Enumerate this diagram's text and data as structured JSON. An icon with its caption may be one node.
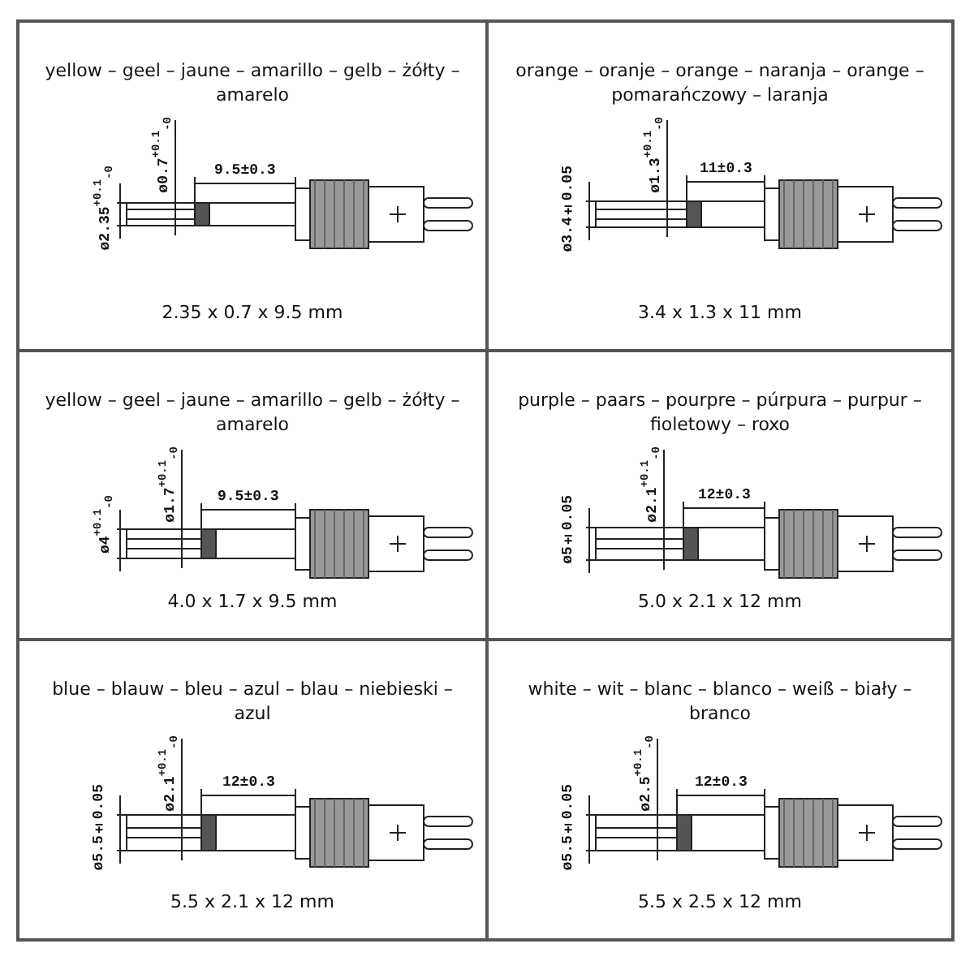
{
  "diagram": {
    "labels": [
      "yellow – geel – jaune – amarillo – gelb – żółty – amarelo",
      "ø0.7$^{+0.1}$$_{-0}$",
      "ø2.35$^{+0.1}$$_{-0}$",
      "9.5±0.3",
      "2.35 x 0.7 x 9.5 mm",
      "orange – oranje – orange – naranja – orange – pomarańczowy – laranja",
      "ø1.3$^{+0.1}$$_{-0}$",
      "ø3.4±0.05",
      "11±0.3",
      "3.4 x 1.3 x 11 mm",
      "yellow – geel – jaune – amarillo – gelb – żółty – amarelo",
      "ø1.7$^{+0.1}$$_{-0}$",
      "ø4$^{+0.1}$$_{-0}$",
      "9.5±0.3",
      "4.0 x 1.7 x 9.5 mm",
      "purple – paars – pourpre – púrpura – purpur – fioletowy – roxo",
      "ø2.1$^{+0.1}$$_{-0}$",
      "ø5±0.05",
      "12±0.3",
      "5.0 x 2.1 x 12 mm",
      "blue – blauw – bleu – azul – blau – niebieski – azul",
      "ø2.1$^{+0.1}$$_{-0}$",
      "ø5.5±0.05",
      "12±0.3",
      "5.5 x 2.1 x 12 mm",
      "white – wit – blanc – blanco – weiß – biały – branco",
      "ø2.5$^{+0.1}$$_{-0}$",
      "ø5.5±0.05",
      "12±0.3",
      "5.5 x 2.5 x 12 mm"
    ]
  }
}
